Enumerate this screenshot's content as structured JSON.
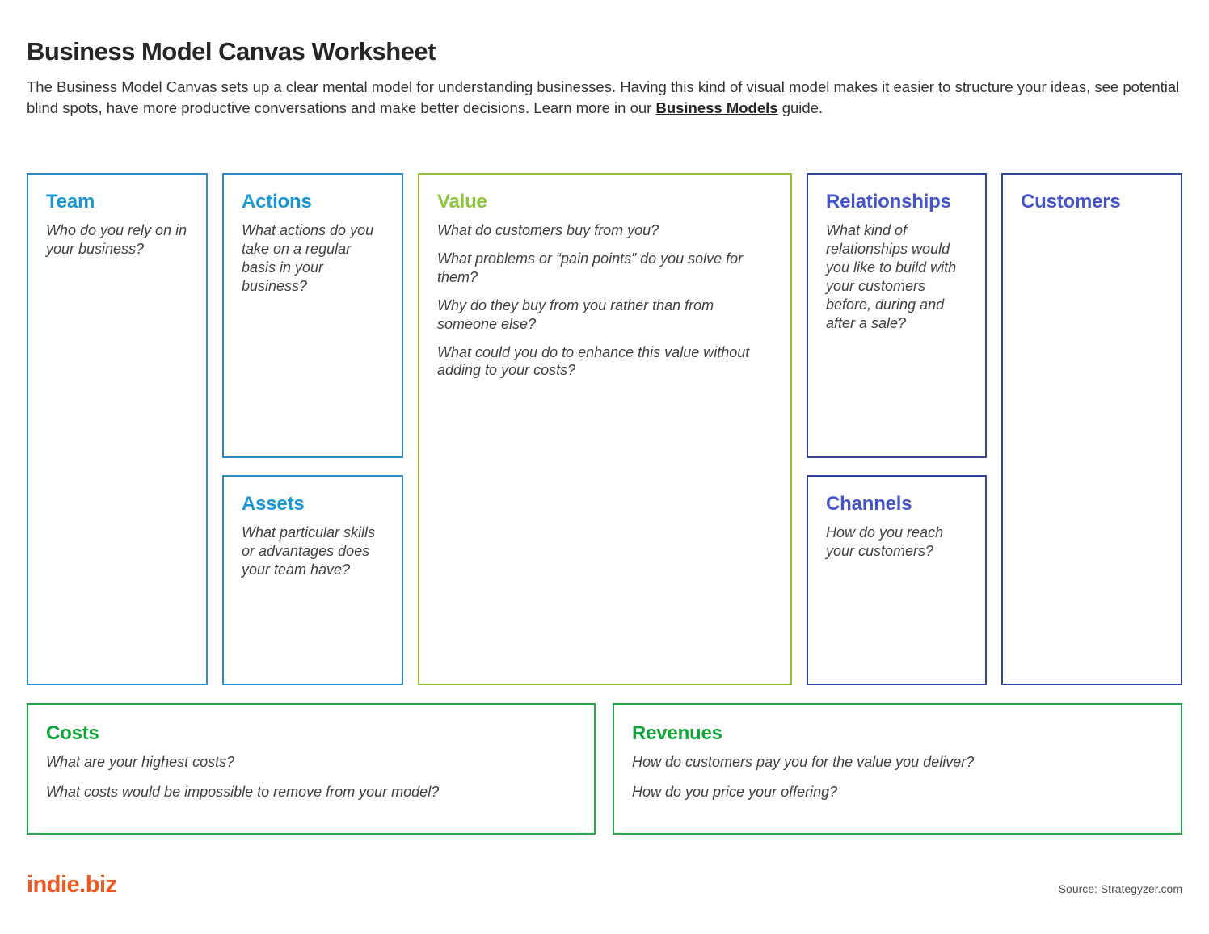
{
  "page": {
    "title": "Business Model Canvas Worksheet",
    "intro": {
      "text_before": "The Business Model Canvas sets up a clear mental model for understanding businesses. Having this kind of visual model makes it easier to structure your ideas, see potential blind spots, have more productive conversations and make better decisions. Learn more in our ",
      "link_label": "Business Models",
      "text_after": " guide."
    }
  },
  "colors": {
    "blue_heading": "#1796d3",
    "blue_border": "#2e8cc4",
    "lime_heading": "#8cc43d",
    "lime_border": "#97be3a",
    "indigo_heading": "#4355c8",
    "indigo_border": "#35459c",
    "green_heading": "#0fa53b",
    "green_border": "#23a649",
    "logo_orange": "#f0561f",
    "body_text": "#404040"
  },
  "boxes": {
    "team": {
      "title": "Team",
      "questions": [
        "Who do you rely on in your business?"
      ]
    },
    "actions": {
      "title": "Actions",
      "questions": [
        "What actions do you take on a regular basis in your business?"
      ]
    },
    "assets": {
      "title": "Assets",
      "questions": [
        "What particular skills or advantages does your team have?"
      ]
    },
    "value": {
      "title": "Value",
      "questions": [
        "What do customers buy from you?",
        "What problems or “pain points” do you solve for them?",
        "Why do they buy from you rather than from someone else?",
        "What could you do to enhance this value without adding to your costs?"
      ]
    },
    "relationships": {
      "title": "Relationships",
      "questions": [
        "What kind of relationships would you like to build with your customers before, during and after a sale?"
      ]
    },
    "channels": {
      "title": "Channels",
      "questions": [
        "How do you reach your customers?"
      ]
    },
    "customers": {
      "title": "Customers",
      "questions": []
    },
    "costs": {
      "title": "Costs",
      "questions": [
        "What are your highest costs?",
        "What costs would be impossible to remove from your model?"
      ]
    },
    "revenues": {
      "title": "Revenues",
      "questions": [
        "How do customers pay you for the value you deliver?",
        "How do you price your offering?"
      ]
    }
  },
  "footer": {
    "logo": "indie.biz",
    "source": "Source: Strategyzer.com"
  }
}
